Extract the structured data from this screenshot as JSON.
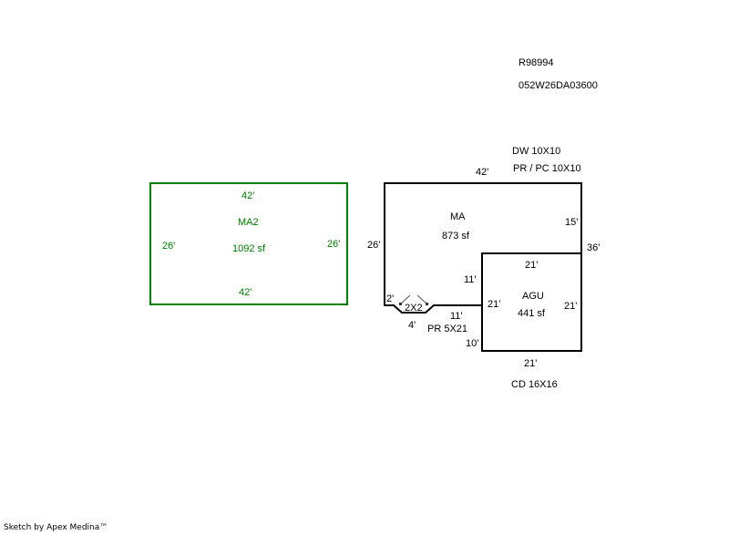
{
  "header": {
    "parcel_id": "R98994",
    "map_number": "052W26DA03600"
  },
  "colors": {
    "primary_outline": "#000000",
    "secondary_outline": "#008000"
  },
  "notes": {
    "top": [
      "DW  10X10",
      "PR / PC 10X10"
    ],
    "bottom": "CD  16X16",
    "porch": "PR 5X21",
    "bump": "2X2"
  },
  "areas": {
    "ma2": {
      "code": "MA2",
      "area": "1092 sf",
      "dims": {
        "top": "42'",
        "bottom": "42'",
        "left": "26'",
        "right": "26'"
      }
    },
    "ma": {
      "code": "MA",
      "area": "873 sf",
      "dims": {
        "top": "42'",
        "left": "26'",
        "right_upper": "15'",
        "right_total": "36'",
        "inner_vertical": "11'",
        "inner_horizontal": "11'",
        "bump_left": "2'",
        "bump_bottom": "4'",
        "lower_left": "10'"
      }
    },
    "agu": {
      "code": "AGU",
      "area": "441 sf",
      "dims": {
        "top": "21'",
        "bottom": "21'",
        "left": "21'",
        "right": "21'"
      }
    }
  },
  "footer": "Sketch by Apex Medina™"
}
